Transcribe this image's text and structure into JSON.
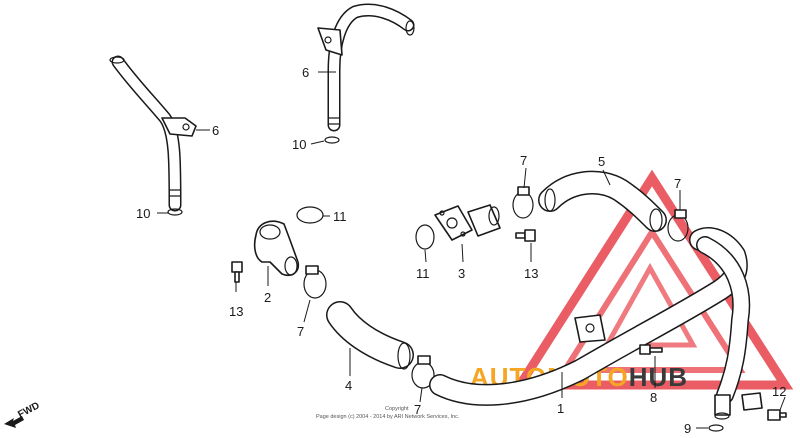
{
  "callouts": {
    "c1": "1",
    "c2": "2",
    "c3": "3",
    "c4": "4",
    "c5": "5",
    "c6a": "6",
    "c6b": "6",
    "c7a": "7",
    "c7b": "7",
    "c7c": "7",
    "c7d": "7",
    "c8": "8",
    "c9": "9",
    "c10a": "10",
    "c10b": "10",
    "c11a": "11",
    "c11b": "11",
    "c12": "12",
    "c13a": "13",
    "c13b": "13"
  },
  "direction": {
    "label": "FWD"
  },
  "watermark": {
    "text_orange": "AUTOMOTO",
    "text_dark": "HUB",
    "color_red": "#e8414a",
    "color_orange": "#f5a623",
    "color_dark": "#3a3a3a"
  },
  "copyright": {
    "line1": "Copyright",
    "line2": "Page design (c) 2004 - 2014 by ARI Network Services, Inc."
  }
}
